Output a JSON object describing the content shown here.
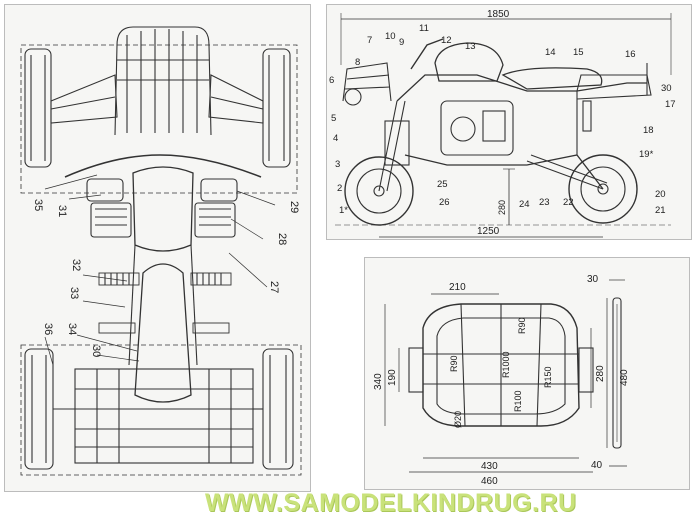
{
  "top_view": {
    "callouts": [
      "35",
      "31",
      "32",
      "33",
      "36",
      "34",
      "30",
      "29",
      "28",
      "27"
    ]
  },
  "side_view": {
    "dimensions": {
      "overall_length": "1850",
      "wheelbase": "1250",
      "ground_clearance": "280"
    },
    "callouts": [
      "1*",
      "2",
      "3",
      "4",
      "5",
      "6",
      "7",
      "8",
      "9",
      "10",
      "11",
      "12",
      "13",
      "14",
      "15",
      "16",
      "17",
      "18",
      "19*",
      "20",
      "21",
      "22",
      "23",
      "24",
      "25",
      "26",
      "30"
    ]
  },
  "seat_frame": {
    "dimensions": {
      "top_width": "210",
      "inner_width": "430",
      "outer_width": "460",
      "height_outer": "340",
      "height_inner": "190",
      "right_height_a": "280",
      "right_height_b": "480",
      "tube_thickness": "30",
      "bottom_offset": "40"
    },
    "labels": {
      "r90_top": "R90",
      "r90_mid": "R90",
      "r1000": "R1000",
      "r150": "R150",
      "r100": "R100",
      "tube": "Ø20"
    }
  },
  "watermark": "WWW.SAMODELKINDRUG.RU"
}
